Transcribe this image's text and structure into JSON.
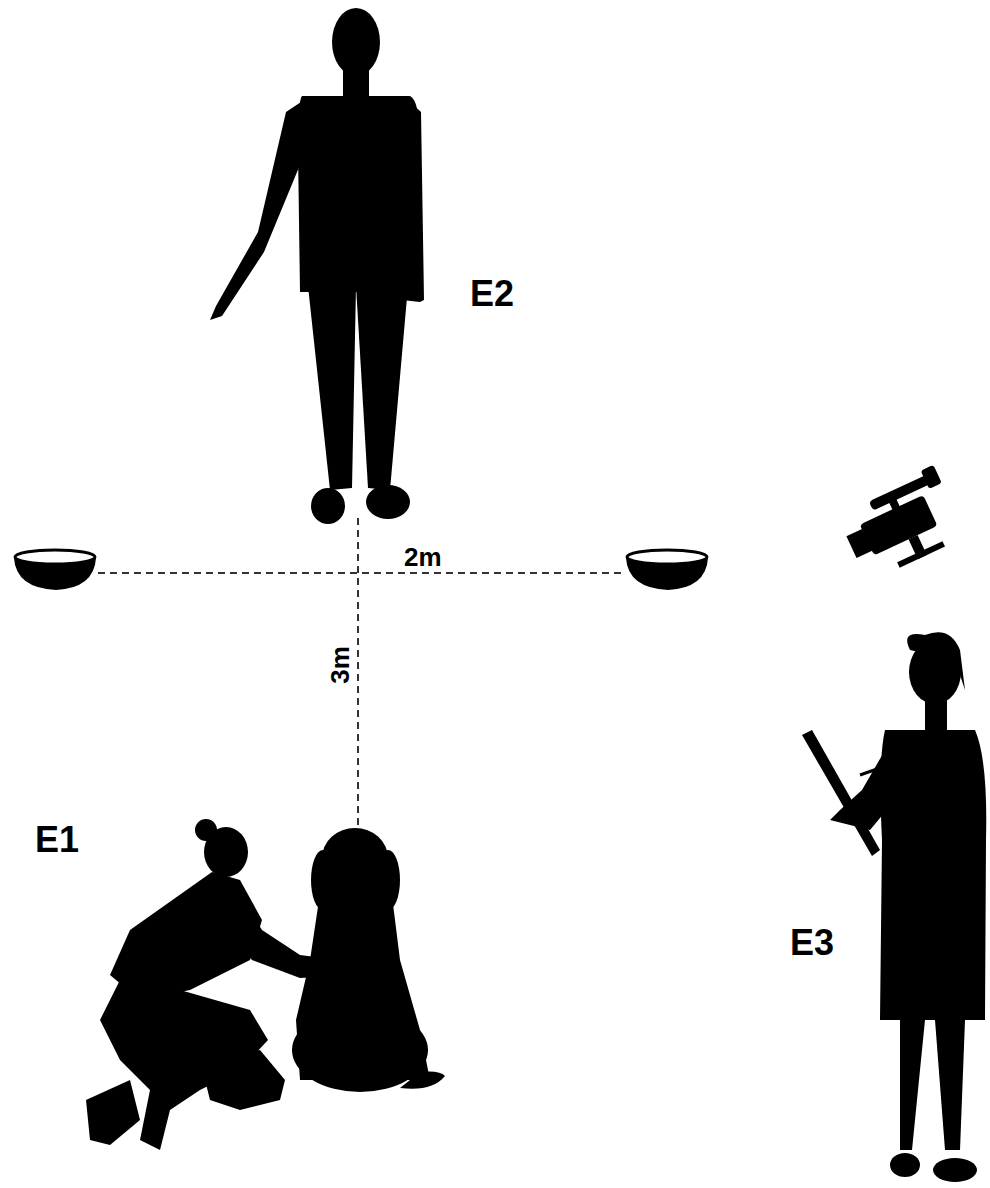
{
  "diagram": {
    "labels": [
      "E2",
      "2m",
      "3m",
      "E1",
      "E3"
    ]
  }
}
